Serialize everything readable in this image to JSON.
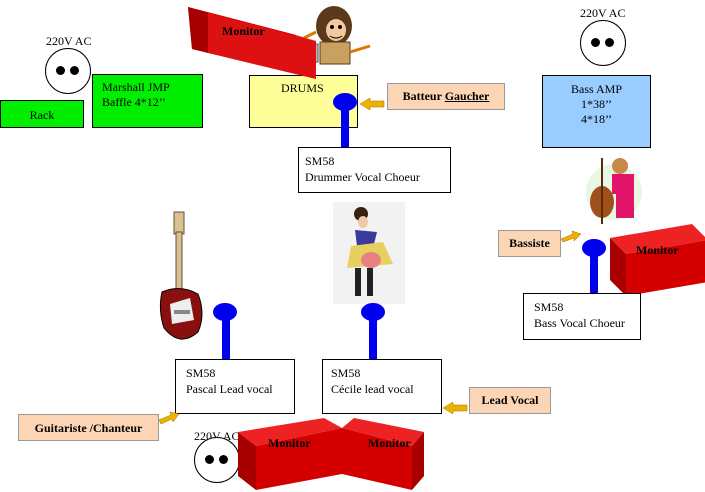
{
  "outlets": {
    "left_label": "220V AC",
    "right_label": "220V AC",
    "bottom_label": "220V AC"
  },
  "rack": {
    "label": "Rack"
  },
  "marshall": {
    "line1": "Marshall JMP",
    "line2": "Baffle 4*12’’"
  },
  "drums": {
    "label": "DRUMS"
  },
  "bass_amp": {
    "line1": "Bass AMP",
    "line2": "1*38’’",
    "line3": "4*18’’"
  },
  "monitors": {
    "top": "Monitor",
    "right": "Monitor",
    "bottom_left": "Monitor",
    "bottom_right": "Monitor"
  },
  "mics": {
    "drummer": {
      "model": "SM58",
      "desc": "Drummer Vocal Choeur"
    },
    "bass": {
      "model": "SM58",
      "desc": "Bass Vocal Choeur"
    },
    "pascal": {
      "model": "SM58",
      "desc": "Pascal Lead vocal"
    },
    "cecile": {
      "model": "SM58",
      "desc": "Cécile lead vocal"
    }
  },
  "labels": {
    "batteur_prefix": "Batteur ",
    "batteur_name": "Gaucher",
    "bassiste": "Bassiste",
    "lead_vocal": "Lead Vocal",
    "guitariste": "Guitariste /Chanteur"
  },
  "colors": {
    "mic": "#0000ee",
    "monitor_front": "#d40000",
    "monitor_top": "#ee2222",
    "label_bg": "#fcd5b4",
    "amp_green": "#00ee00",
    "drums_bg": "#ffff99",
    "bass_amp_bg": "#99ccff"
  }
}
